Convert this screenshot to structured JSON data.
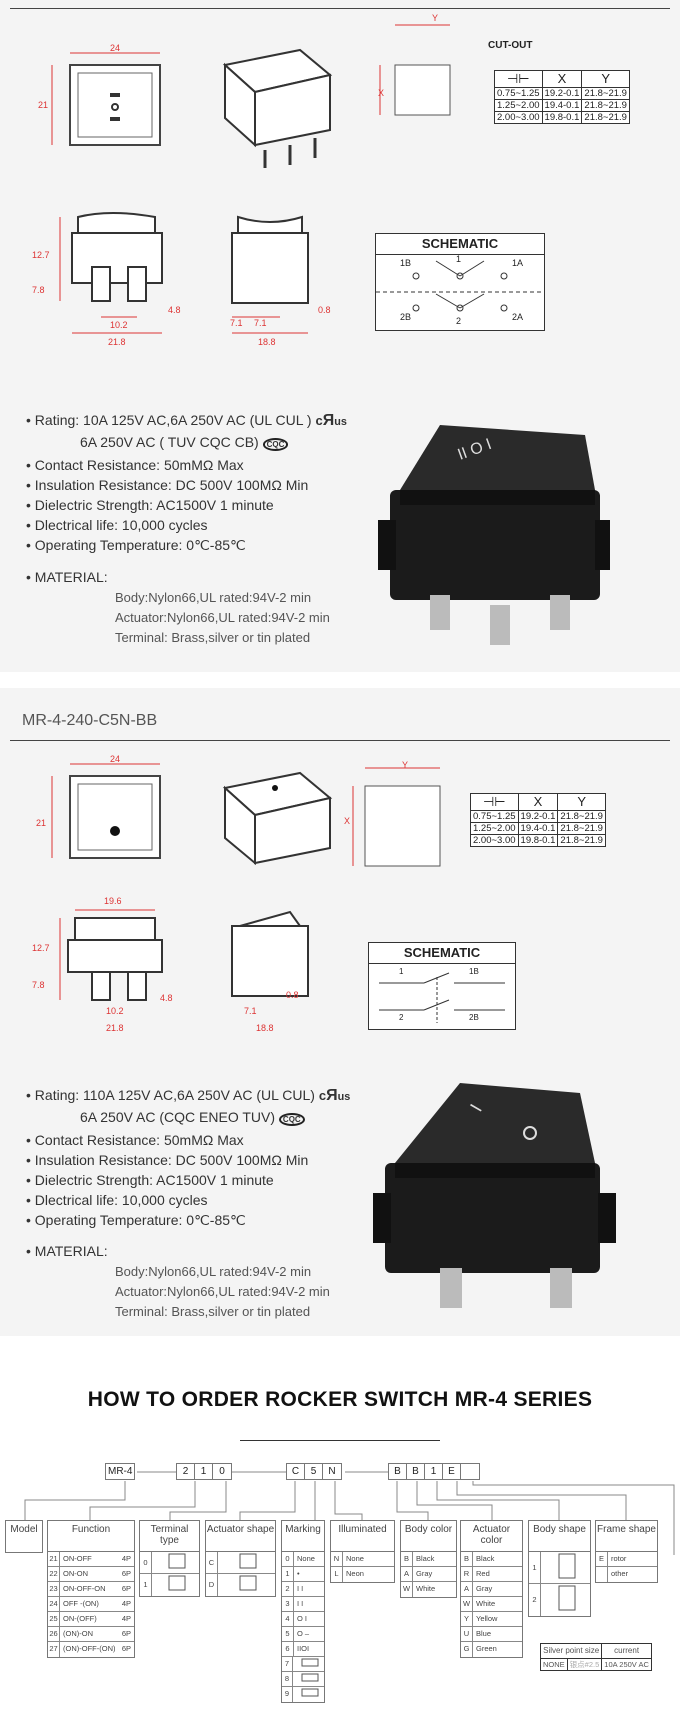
{
  "section1": {
    "dims": {
      "width": "24",
      "height": "21",
      "side_h1": "12.7",
      "side_h2": "7.8",
      "pin_pitch": "10.2",
      "pin_w": "4.8",
      "base_w": "21.8",
      "end_a": "7.1",
      "end_b": "7.1",
      "end_t": "0.8",
      "end_w": "18.8",
      "cut_x": "X",
      "cut_y": "Y"
    },
    "cutout": {
      "title": "CUT-OUT",
      "headers": [
        "",
        "X",
        "Y"
      ],
      "rows": [
        [
          "0.75~1.25",
          "19.2-0.1",
          "21.8~21.9"
        ],
        [
          "1.25~2.00",
          "19.4-0.1",
          "21.8~21.9"
        ],
        [
          "2.00~3.00",
          "19.8-0.1",
          "21.8~21.9"
        ]
      ]
    },
    "schematic": {
      "title": "SCHEMATIC",
      "labels": [
        "1B",
        "1",
        "1A",
        "2B",
        "2",
        "2A"
      ]
    },
    "specs": [
      "• Rating: 10A 125V AC,6A 250V AC (UL CUL ) ",
      "6A 250V AC ( TUV CQC CB) ",
      "• Contact Resistance: 50mMΩ Max",
      "• Insulation Resistance: DC 500V 100MΩ Min",
      "• Dielectric Strength: AC1500V 1 minute",
      "• Dlectrical life: 10,000 cycles",
      "• Operating Temperature: 0℃-85℃"
    ],
    "material_label": "• MATERIAL:",
    "material": [
      "Body:Nylon66,UL rated:94V-2 min",
      "Actuator:Nylon66,UL rated:94V-2 min",
      "Terminal: Brass,silver or tin plated"
    ],
    "marks": {
      "ul": "cRus",
      "cqc": "CQC"
    }
  },
  "section2": {
    "model": "MR-4-240-C5N-BB",
    "dims": {
      "width": "24",
      "height": "21",
      "top_w": "19.6",
      "side_h1": "12.7",
      "side_h2": "7.8",
      "pin_pitch": "10.2",
      "pin_w": "4.8",
      "base_w": "21.8",
      "end_a": "7.1",
      "end_t": "0.8",
      "end_w": "18.8",
      "cut_x": "X",
      "cut_y": "Y"
    },
    "cutout": {
      "headers": [
        "",
        "X",
        "Y"
      ],
      "rows": [
        [
          "0.75~1.25",
          "19.2-0.1",
          "21.8~21.9"
        ],
        [
          "1.25~2.00",
          "19.4-0.1",
          "21.8~21.9"
        ],
        [
          "2.00~3.00",
          "19.8-0.1",
          "21.8~21.9"
        ]
      ]
    },
    "schematic": {
      "title": "SCHEMATIC",
      "labels": [
        "1",
        "1B",
        "2",
        "2B"
      ]
    },
    "specs": [
      "• Rating: 110A 125V AC,6A 250V AC (UL CUL) ",
      "6A 250V AC (CQC ENEO TUV) ",
      "• Contact Resistance: 50mMΩ Max",
      "• Insulation Resistance: DC 500V 100MΩ Min",
      "• Dielectric Strength: AC1500V 1 minute",
      "• Dlectrical life: 10,000 cycles",
      "• Operating Temperature: 0℃-85℃"
    ],
    "material_label": "• MATERIAL:",
    "material": [
      "Body:Nylon66,UL rated:94V-2 min",
      "Actuator:Nylon66,UL rated:94V-2 min",
      "Terminal: Brass,silver or tin plated"
    ]
  },
  "order": {
    "title": "HOW TO ORDER ROCKER SWITCH MR-4 SERIES",
    "codes": [
      [
        "MR-4"
      ],
      [
        "2",
        "1",
        "0"
      ],
      [
        "C",
        "5",
        "N"
      ],
      [
        "B",
        "B",
        "1",
        "E",
        ""
      ]
    ],
    "categories": [
      {
        "title": "Model",
        "rows": []
      },
      {
        "title": "Function",
        "rows": [
          [
            "21",
            "ON-OFF",
            "4P"
          ],
          [
            "22",
            "ON-ON",
            "6P"
          ],
          [
            "23",
            "ON-OFF-ON",
            "6P"
          ],
          [
            "24",
            "OFF -(ON)",
            "4P"
          ],
          [
            "25",
            "ON-(OFF)",
            "4P"
          ],
          [
            "26",
            "(ON)-ON",
            "6P"
          ],
          [
            "27",
            "(ON)-OFF-(ON)",
            "6P"
          ]
        ]
      },
      {
        "title": "Terminal type",
        "rows": [
          [
            "0",
            ""
          ],
          [
            "1",
            ""
          ]
        ]
      },
      {
        "title": "Actuator shape",
        "rows": [
          [
            "C",
            ""
          ],
          [
            "D",
            ""
          ]
        ]
      },
      {
        "title": "Marking",
        "rows": [
          [
            "0",
            "None"
          ],
          [
            "1",
            "•"
          ],
          [
            "2",
            "I I"
          ],
          [
            "3",
            "I I"
          ],
          [
            "4",
            "O I"
          ],
          [
            "5",
            "O –"
          ],
          [
            "6",
            "IIOI"
          ],
          [
            "7",
            ""
          ],
          [
            "8",
            ""
          ],
          [
            "9",
            ""
          ]
        ]
      },
      {
        "title": "Illuminated",
        "rows": [
          [
            "N",
            "None"
          ],
          [
            "L",
            "Neon"
          ]
        ]
      },
      {
        "title": "Body color",
        "rows": [
          [
            "B",
            "Black"
          ],
          [
            "A",
            "Gray"
          ],
          [
            "W",
            "White"
          ]
        ]
      },
      {
        "title": "Actuator color",
        "rows": [
          [
            "B",
            "Black"
          ],
          [
            "R",
            "Red"
          ],
          [
            "A",
            "Gray"
          ],
          [
            "W",
            "White"
          ],
          [
            "Y",
            "Yellow"
          ],
          [
            "U",
            "Blue"
          ],
          [
            "G",
            "Green"
          ]
        ]
      },
      {
        "title": "Body shape",
        "rows": [
          [
            "1",
            ""
          ],
          [
            "2",
            ""
          ]
        ]
      },
      {
        "title": "Frame shape",
        "rows": [
          [
            "E",
            "rotor"
          ],
          [
            "",
            "other"
          ]
        ]
      }
    ],
    "silver": {
      "headers": [
        "Silver point size",
        "current"
      ],
      "row": [
        "NONE",
        "银点#2.5",
        "10A 250V AC"
      ]
    }
  }
}
